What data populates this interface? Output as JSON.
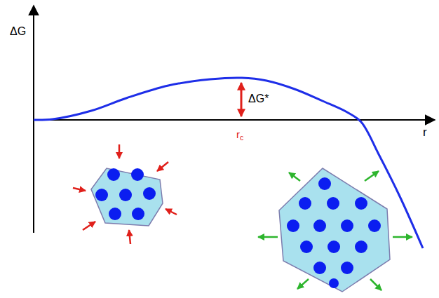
{
  "diagram": {
    "labels": [
      "ΔG",
      "ΔG*",
      "rc",
      "r"
    ]
  }
}
